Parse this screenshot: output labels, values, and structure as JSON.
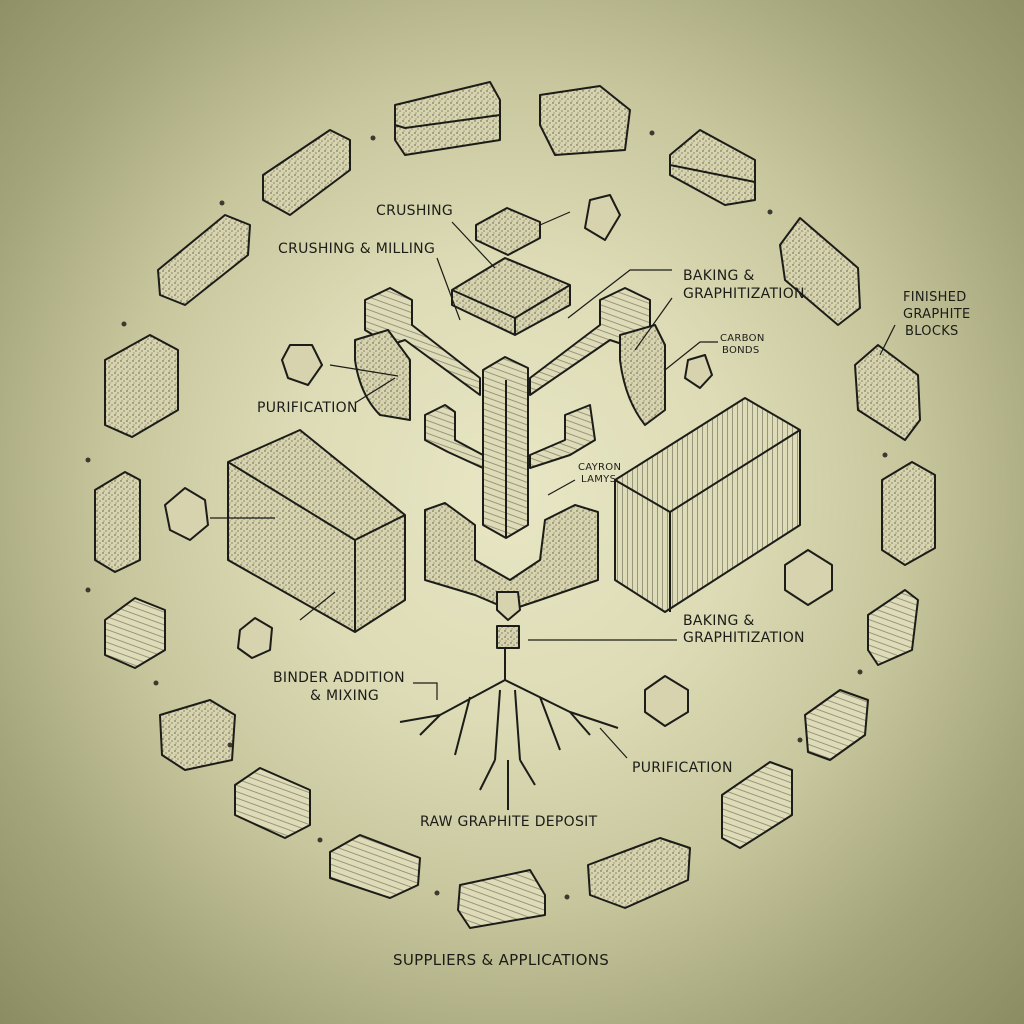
{
  "diagram": {
    "title": "Graphite block production tree",
    "labels": {
      "crushing": "CRUSHING",
      "crushing_milling": "CRUSHING & MILLING",
      "baking_graphitization_top_1": "BAKING &",
      "baking_graphitization_top_2": "GRAPHITIZATION",
      "carbon_bonds_1": "CARBON",
      "carbon_bonds_2": "BONDS",
      "finished_1": "FINISHED",
      "finished_2": "GRAPHITE",
      "finished_3": "BLOCKS",
      "purification_left": "PURIFICATION",
      "carbon_lamys_1": "CAYRON",
      "carbon_lamys_2": "LAMYS",
      "baking_graphitization_mid_1": "BAKING &",
      "baking_graphitization_mid_2": "GRAPHITIZATION",
      "binder_1": "BINDER ADDITION",
      "binder_2": "& MIXING",
      "purification_right": "PURIFICATION",
      "raw_deposit": "RAW GRAPHITE DEPOSIT",
      "suppliers": "SUPPLIERS & APPLICATIONS"
    },
    "colors": {
      "ink": "#1c1c18",
      "paper_center": "#e8e6c4",
      "paper_edge": "#8c8c63",
      "block_fill": "#d9d6b2",
      "block_shade": "#c2bf98"
    },
    "ring_block_count": 22
  }
}
